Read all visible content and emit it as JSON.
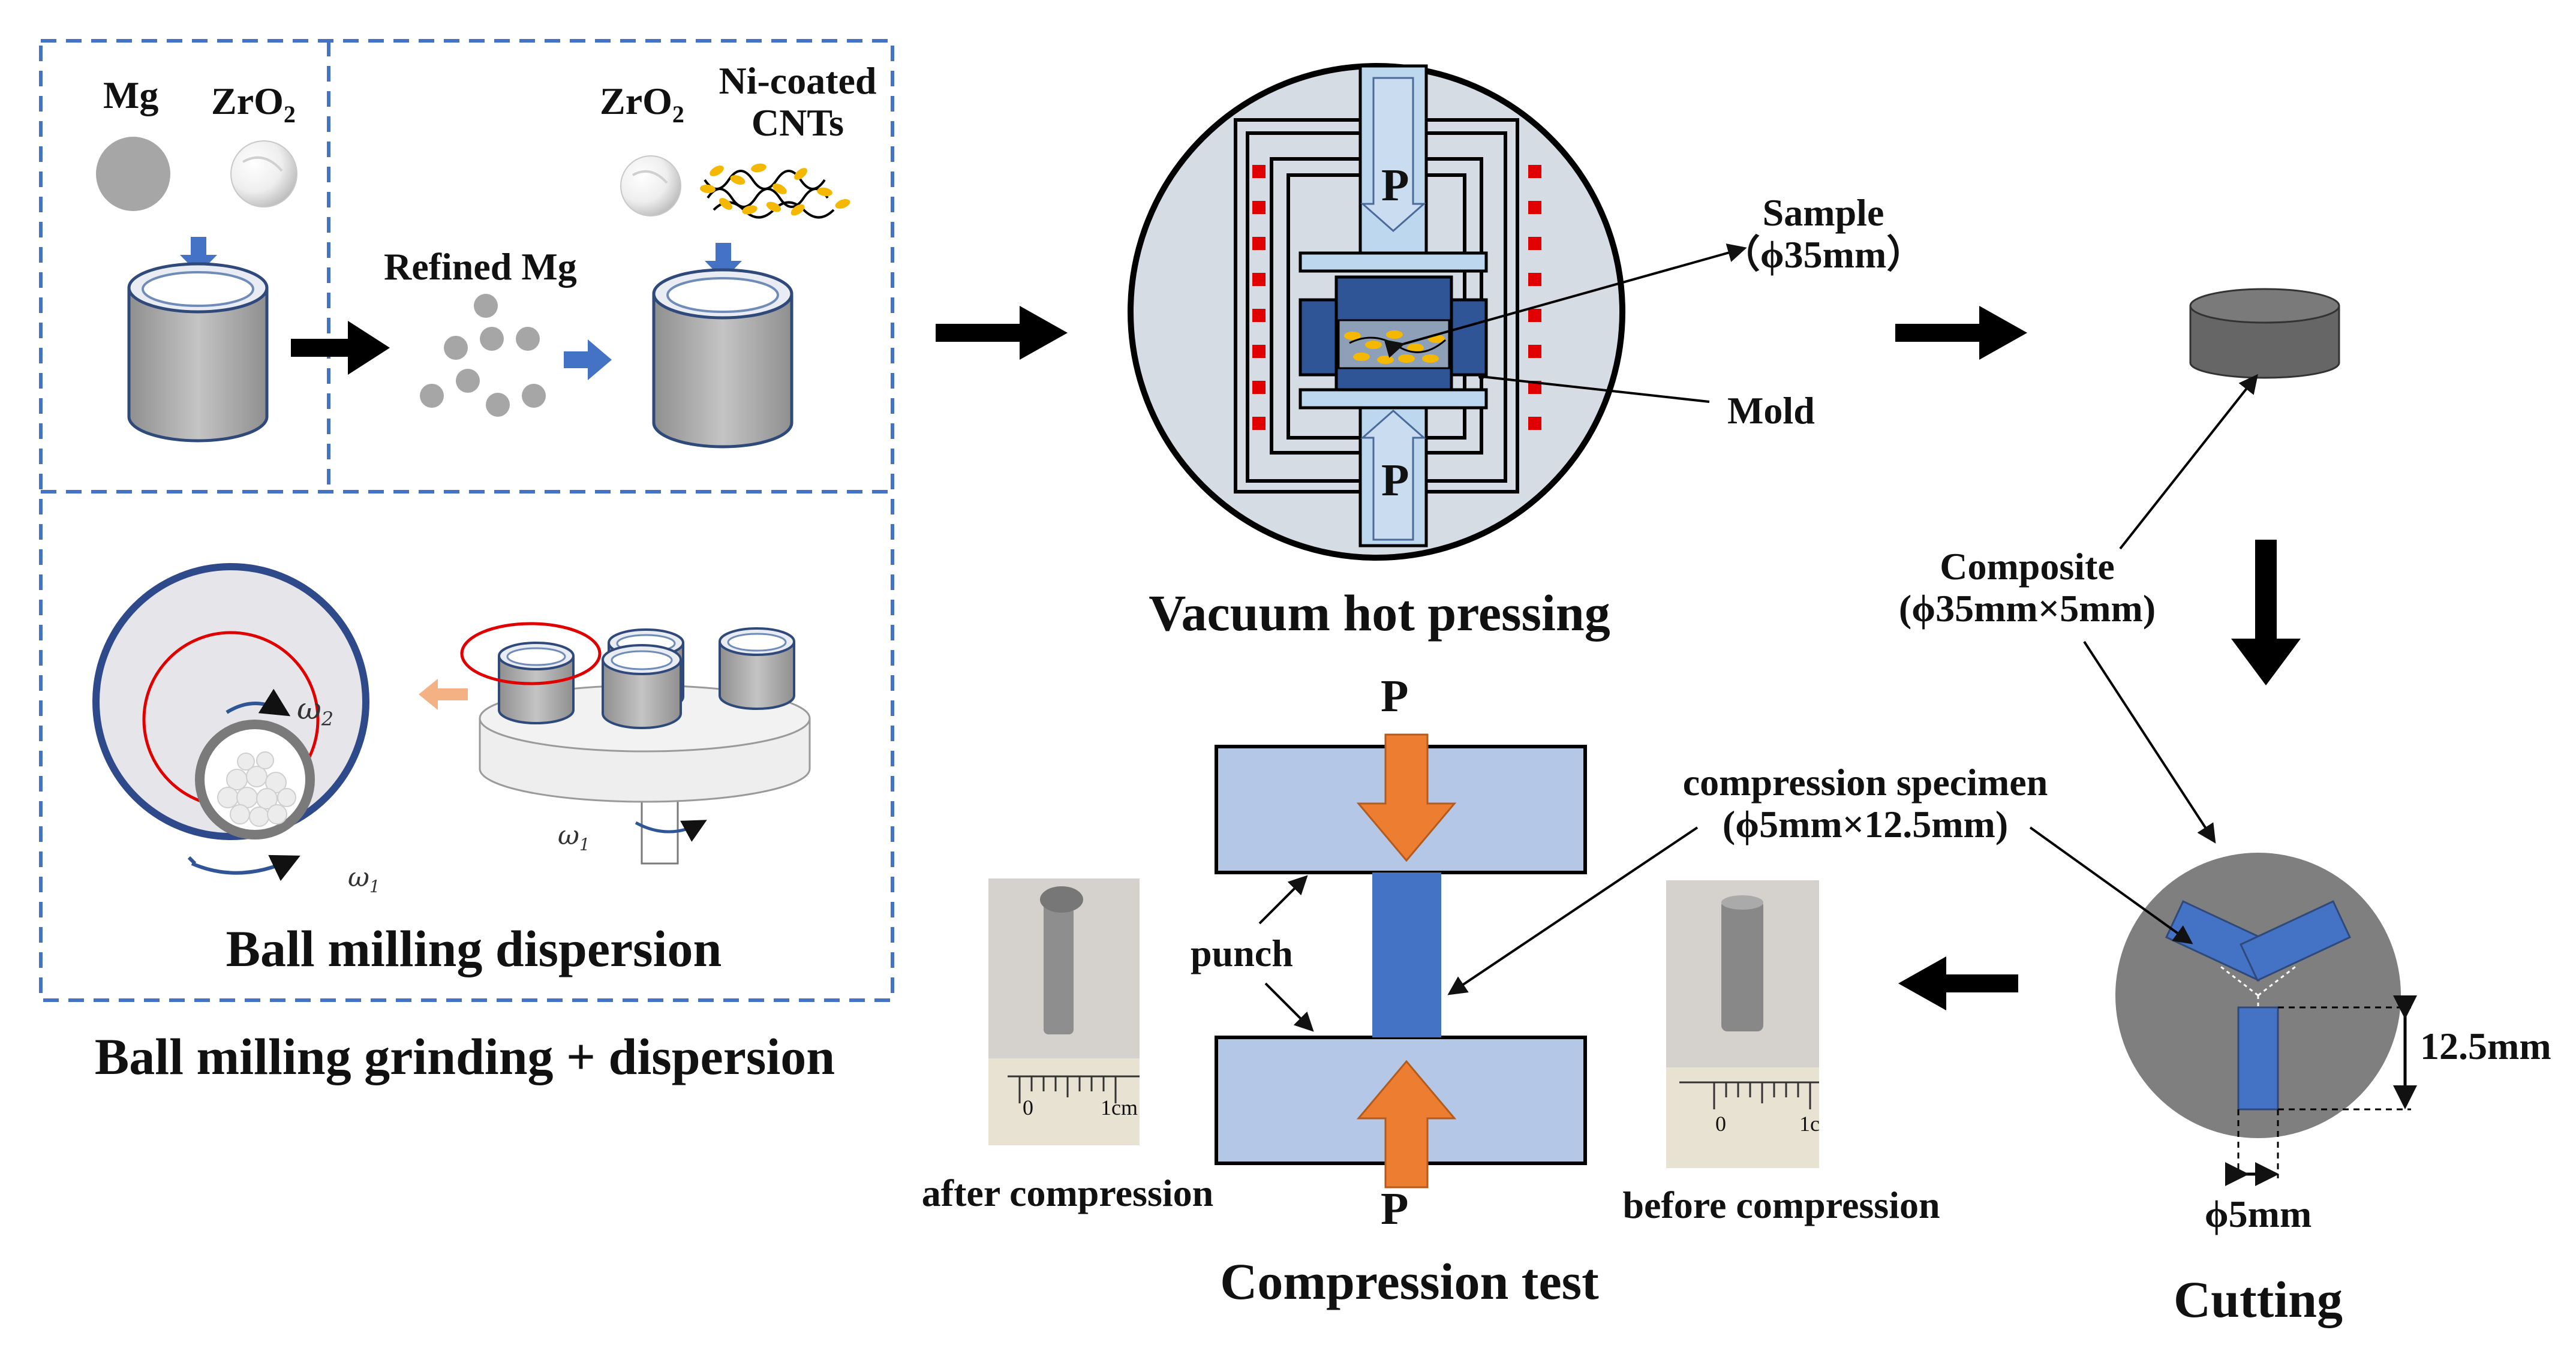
{
  "ball_milling": {
    "mg_label": "Mg",
    "zro2_label": "ZrO",
    "zro2_sub": "2",
    "refined_mg_label": "Refined Mg",
    "zro2_label_2": "ZrO",
    "zro2_sub_2": "2",
    "ni_cnt_label_line1": "Ni-coated",
    "ni_cnt_label_line2": "CNTs",
    "omega2": "ω",
    "omega2_sub": "2",
    "omega1": "ω",
    "omega1_sub": "1",
    "omega1b": "ω",
    "omega1b_sub": "1",
    "dispersion_title": "Ball milling dispersion",
    "section_title": "Ball milling grinding + dispersion"
  },
  "hot_pressing": {
    "p_top": "P",
    "p_bottom": "P",
    "sample_line1": "Sample",
    "sample_line2": "（ϕ35mm）",
    "mold": "Mold",
    "title": "Vacuum hot pressing"
  },
  "cutting": {
    "composite_line1": "Composite",
    "composite_line2": "(ϕ35mm×5mm)",
    "specimen_line1": "compression specimen",
    "specimen_line2": "(ϕ5mm×12.5mm)",
    "height_dim": "12.5mm",
    "diameter_dim": "ϕ5mm",
    "title": "Cutting"
  },
  "compression": {
    "p_top": "P",
    "p_bottom": "P",
    "punch": "punch",
    "after_caption": "after compression",
    "before_caption": "before compression",
    "ruler_0": "0",
    "ruler_1cm": "1cm",
    "ruler_0b": "0",
    "ruler_1b": "1c",
    "title": "Compression test"
  },
  "colors": {
    "dashed_border": "#4472c4",
    "specimen_blue": "#4472c4",
    "punch_fill": "#b4c7e7",
    "load_arrow": "#ed7d31",
    "heater_red": "#e00000",
    "cnt_yellow": "#f5b800",
    "disk_gray": "#7f7f7f"
  }
}
